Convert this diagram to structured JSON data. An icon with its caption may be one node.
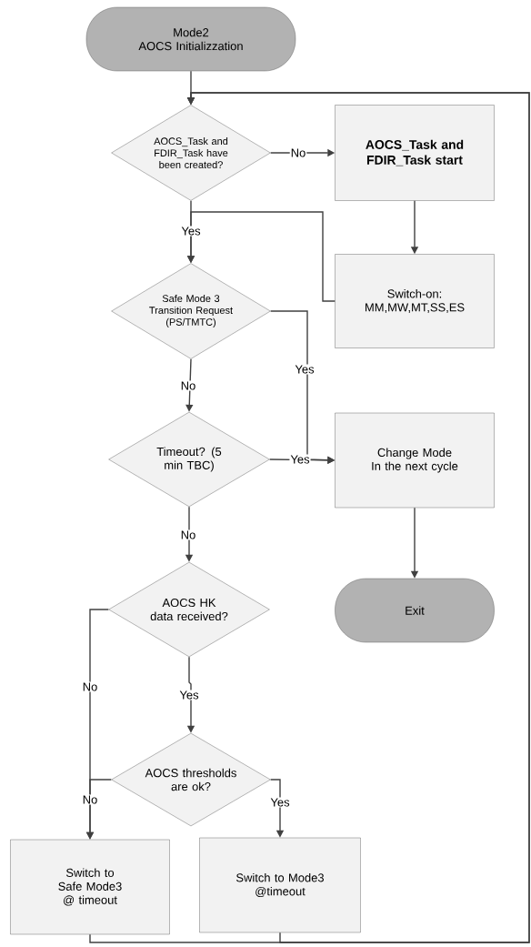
{
  "diagram": {
    "nodes": [
      {
        "text": [
          "Mode2",
          "AOCS Initializzation"
        ]
      },
      {
        "text": [
          "AOCS_Task and FDIR_Task have been created?"
        ]
      },
      {
        "text": [
          "AOCS_Task and FDIR_Task start"
        ]
      },
      {
        "text": [
          "Switch-on: MM,MW,MT,SS,ES"
        ]
      },
      {
        "text": [
          "Safe Mode 3 Transition Request (PS/TMTC)"
        ]
      },
      {
        "text": [
          "Timeout? (5 min TBC)"
        ]
      },
      {
        "text": [
          "Change Mode",
          "In the next cycle"
        ]
      },
      {
        "text": [
          "Exit"
        ]
      },
      {
        "text": [
          "AOCS HK data received?"
        ]
      },
      {
        "text": [
          "AOCS thresholds are ok?"
        ]
      },
      {
        "text": [
          "Switch to Safe Mode3 @ timeout"
        ]
      },
      {
        "text": [
          "Switch to Mode3 @timeout"
        ]
      }
    ],
    "edges": [
      {
        "from": 0,
        "to": 1,
        "arrow": "to"
      },
      {
        "from": 1,
        "to": 2,
        "label": "No",
        "arrow": "to"
      },
      {
        "from": 2,
        "to": 3,
        "arrow": "to"
      },
      {
        "from": 1,
        "to": 4,
        "label": "Yes",
        "arrow": "to"
      },
      {
        "from": 3,
        "to": 4,
        "arrow": "to"
      },
      {
        "from": 4,
        "to": 5,
        "label": "No",
        "arrow": "to"
      },
      {
        "from": 4,
        "to": 6,
        "label": "Yes",
        "arrow": "to"
      },
      {
        "from": 5,
        "to": 6,
        "label": "Yes",
        "arrow": "to"
      },
      {
        "from": 6,
        "to": 7,
        "arrow": "to"
      },
      {
        "from": 5,
        "to": 8,
        "label": "No",
        "arrow": "to"
      },
      {
        "from": 8,
        "to": 10,
        "label": "No",
        "arrow": "to"
      },
      {
        "from": 8,
        "to": 9,
        "label": "Yes",
        "arrow": "to"
      },
      {
        "from": 9,
        "to": 10,
        "label": "No",
        "arrow": "to"
      },
      {
        "from": 9,
        "to": 11,
        "label": "Yes",
        "arrow": "to"
      },
      {
        "from": 10,
        "to": 1,
        "arrow": "to"
      },
      {
        "from": 11,
        "to": 1,
        "arrow": "to"
      }
    ]
  }
}
